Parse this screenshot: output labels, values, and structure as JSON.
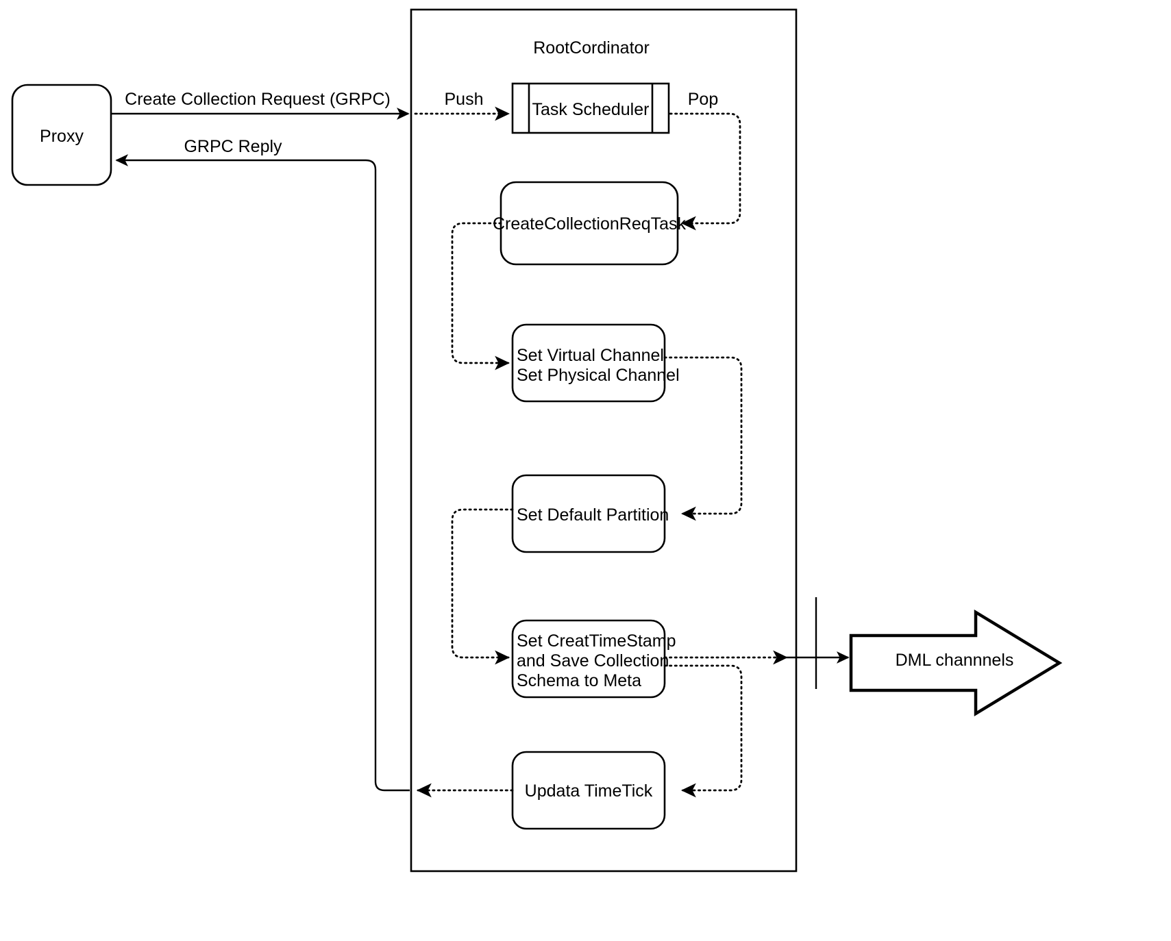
{
  "diagram": {
    "title": "RootCordinator",
    "container_label": "RootCordinator",
    "external_nodes": {
      "proxy": "Proxy",
      "dml_channels": "DML channnels"
    },
    "nodes": {
      "task_scheduler": "Task Scheduler",
      "create_collection_req_task": "CreateCollectionReqTask",
      "set_channel_line1": "Set Virtual Channel",
      "set_channel_line2": "Set Physical Channel",
      "set_default_partition": "Set Default Partition",
      "set_timestamp_line1": "Set CreatTimeStamp",
      "set_timestamp_line2": "and Save Collection",
      "set_timestamp_line3": "Schema to Meta",
      "update_timetick": "Updata TimeTick"
    },
    "edges": {
      "create_collection_request": "Create Collection Request (GRPC)",
      "grpc_reply": "GRPC Reply",
      "push": "Push",
      "pop": "Pop"
    },
    "colors": {
      "stroke": "#000000",
      "fill": "#ffffff"
    }
  }
}
